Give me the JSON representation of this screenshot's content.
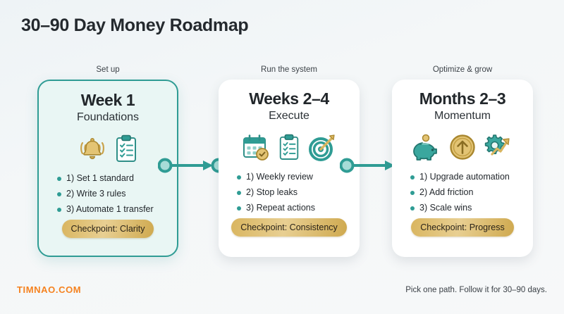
{
  "header": {
    "title": "30–90 Day Money Roadmap"
  },
  "colors": {
    "teal": "#2f9c94",
    "teal_light": "#7fcfc9",
    "gold": "#d9b55f",
    "brand_orange": "#f5821f",
    "card1_bg": "#e9f6f4",
    "background": "#f2f5f7"
  },
  "stages": [
    {
      "label": "Set up",
      "title": "Week 1",
      "subtitle": "Foundations",
      "icons": [
        "bell-icon",
        "clipboard-checklist-icon"
      ],
      "bullets": [
        "1) Set 1 standard",
        "2) Write 3 rules",
        "3) Automate 1 transfer"
      ],
      "checkpoint": "Checkpoint: Clarity"
    },
    {
      "label": "Run the system",
      "title": "Weeks 2–4",
      "subtitle": "Execute",
      "icons": [
        "calendar-check-icon",
        "clipboard-checklist-icon",
        "target-arrow-icon"
      ],
      "bullets": [
        "1) Weekly review",
        "2) Stop leaks",
        "3) Repeat actions"
      ],
      "checkpoint": "Checkpoint: Consistency"
    },
    {
      "label": "Optimize & grow",
      "title": "Months 2–3",
      "subtitle": "Momentum",
      "icons": [
        "piggy-bank-icon",
        "coin-up-arrow-icon",
        "gear-growth-icon"
      ],
      "bullets": [
        "1) Upgrade automation",
        "2) Add friction",
        "3) Scale wins"
      ],
      "checkpoint": "Checkpoint: Progress"
    }
  ],
  "connectors": [
    {
      "name": "connector-stage1-stage2"
    },
    {
      "name": "connector-stage2-stage3"
    }
  ],
  "footer": {
    "brand": "TIMNAO.COM",
    "note": "Pick one path. Follow it for 30–90 days."
  }
}
